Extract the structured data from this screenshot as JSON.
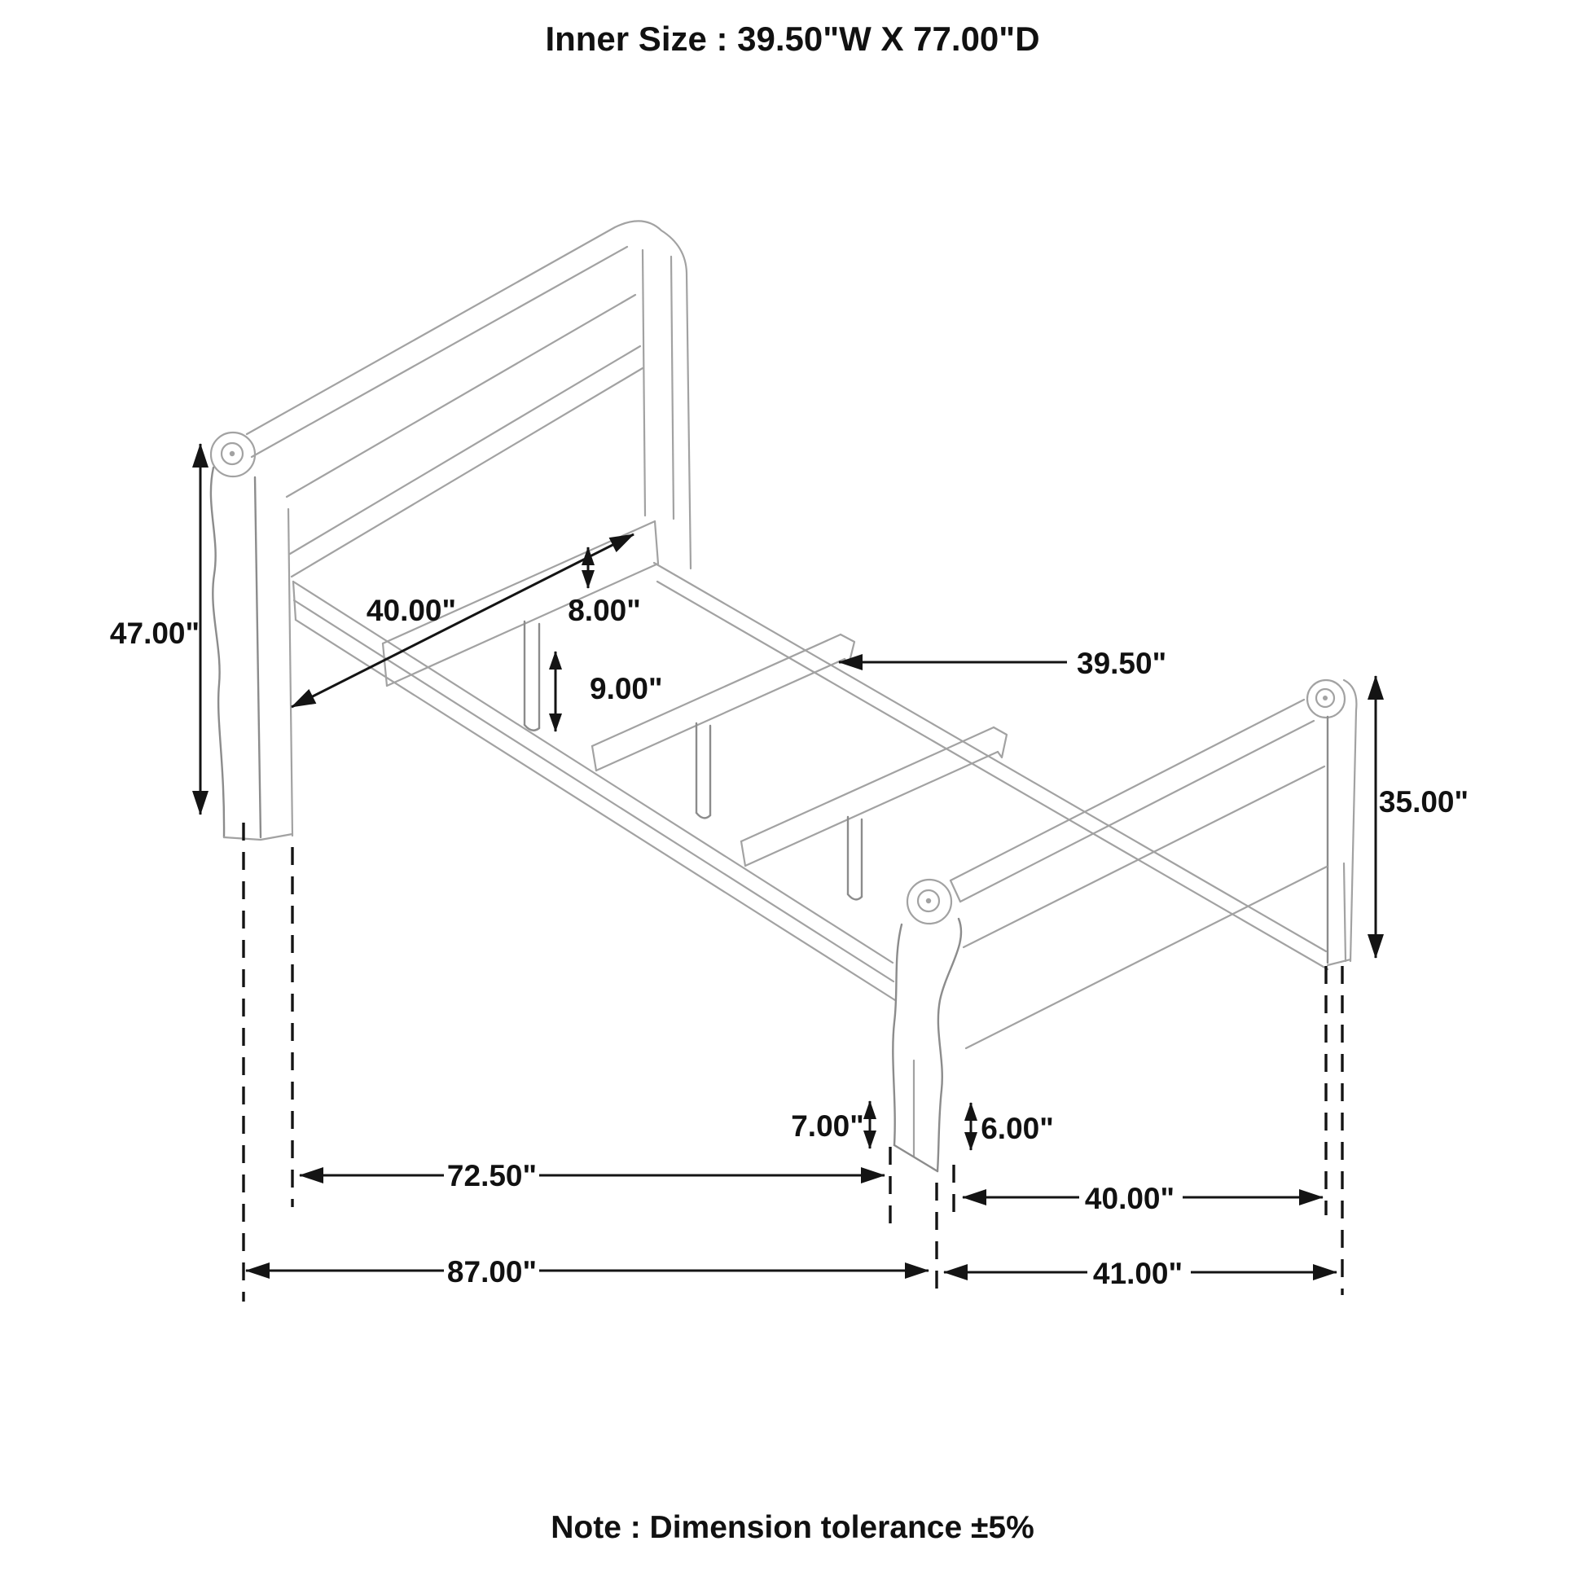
{
  "page": {
    "background": "#ffffff",
    "sketch_color": "#a2a2a2",
    "dimension_color": "#141414"
  },
  "header": {
    "title": "Inner Size : 39.50\"W X 77.00\"D"
  },
  "footer": {
    "note": "Note : Dimension tolerance ±5%"
  },
  "figure": {
    "subject": "sleigh-bed-frame-isometric-dimension-drawing",
    "dimensions": {
      "headboard_height": "47.00\"",
      "headboard_width": "40.00\"",
      "slat_rail_height": "8.00\"",
      "support_leg_height": "9.00\"",
      "slat_length": "39.50\"",
      "footboard_height": "35.00\"",
      "side_rail_clearance": "7.00\"",
      "footboard_leg_height": "6.00\"",
      "inner_rail_length": "72.50\"",
      "overall_length": "87.00\"",
      "footboard_inner_width": "40.00\"",
      "overall_width": "41.00\""
    }
  }
}
